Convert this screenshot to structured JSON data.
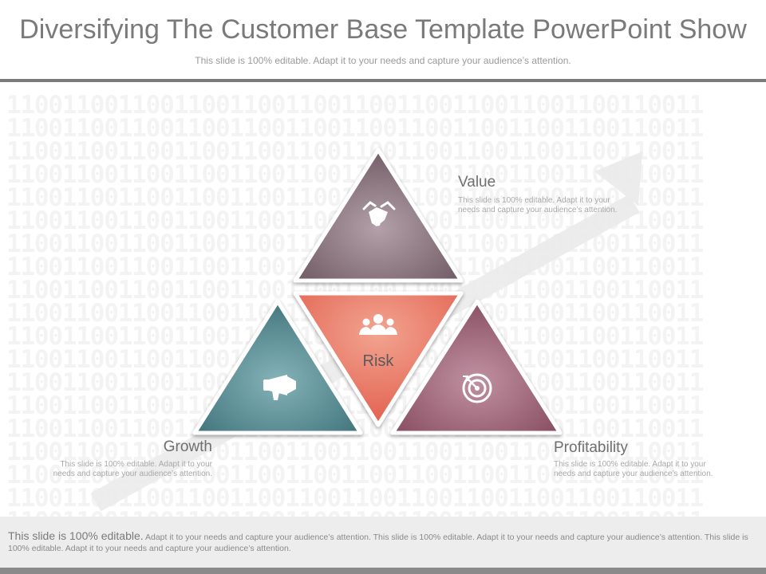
{
  "header": {
    "title": "Diversifying The Customer Base Template PowerPoint Show",
    "subtitle": "This slide is 100% editable. Adapt it to your needs and capture your audience’s attention."
  },
  "background": {
    "pattern_text": "11001100110011001100110011001100110011001100110011"
  },
  "segments": {
    "value": {
      "label": "Value",
      "description": "This slide is 100% editable. Adapt it to your needs and capture your audience’s attention.",
      "icon": "handshake-icon",
      "color": "#7b6570"
    },
    "risk": {
      "label": "Risk",
      "icon": "group-icon",
      "color": "#e5705e"
    },
    "growth": {
      "label": "Growth",
      "description": "This slide is 100% editable. Adapt it to your needs and capture your audience’s attention.",
      "icon": "megaphone-icon",
      "color": "#4c7f86"
    },
    "profitability": {
      "label": "Profitability",
      "description": "This slide is 100% editable. Adapt it to your needs and capture your audience’s attention.",
      "icon": "target-icon",
      "color": "#93596b"
    }
  },
  "footer": {
    "lead": "This slide is 100% editable.",
    "text": " Adapt it to your needs and capture your audience’s attention. This slide is 100% editable. Adapt it to your needs and capture your audience’s attention. This slide is 100% editable. Adapt it to your needs and capture your audience’s attention."
  }
}
